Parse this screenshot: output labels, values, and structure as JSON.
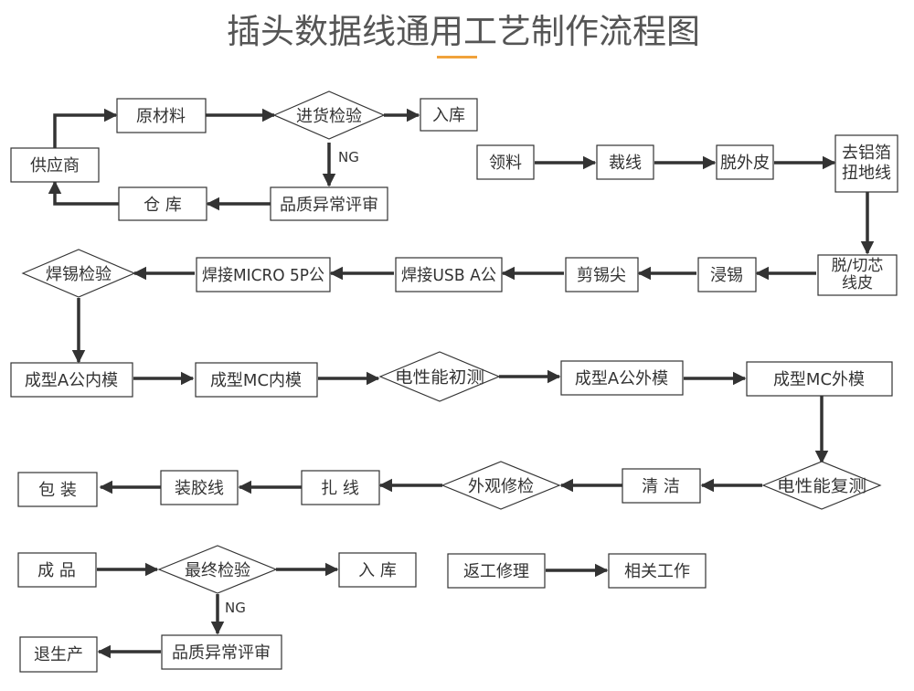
{
  "title": "插头数据线通用工艺制作流程图",
  "colors": {
    "accent_underline": "#f0a23b",
    "stroke": "#333333",
    "title_text": "#555555"
  },
  "nodes": {
    "raw_material": "原材料",
    "incoming_inspection": "进货检验",
    "warehouse_in_1": "入库",
    "supplier": "供应商",
    "warehouse": "仓 库",
    "quality_review_1": "品质异常评审",
    "ng_label_1": "NG",
    "pick_material": "领料",
    "cut_wire": "裁线",
    "strip_outer": "脱外皮",
    "remove_foil": "去铝箔扭地线",
    "strip_core": "脱/切芯线皮",
    "dip_tin": "浸锡",
    "trim_tin": "剪锡尖",
    "solder_usb": "焊接USB A公",
    "solder_micro": "焊接MICRO 5P公",
    "solder_inspection": "焊锡检验",
    "mold_a_inner": "成型A公内模",
    "mold_mc_inner": "成型MC内模",
    "electrical_test_1": "电性能初测",
    "mold_a_outer": "成型A公外模",
    "mold_mc_outer": "成型MC外模",
    "electrical_test_2": "电性能复测",
    "cleaning": "清 洁",
    "appearance_inspection": "外观修检",
    "tie_wire": "扎 线",
    "glue_bag": "装胶线",
    "packaging": "包 装",
    "finished_product": "成 品",
    "final_inspection": "最终检验",
    "warehouse_in_2": "入 库",
    "rework": "返工修理",
    "related_work": "相关工作",
    "ng_label_2": "NG",
    "quality_review_2": "品质异常评审",
    "return_production": "退生产"
  }
}
